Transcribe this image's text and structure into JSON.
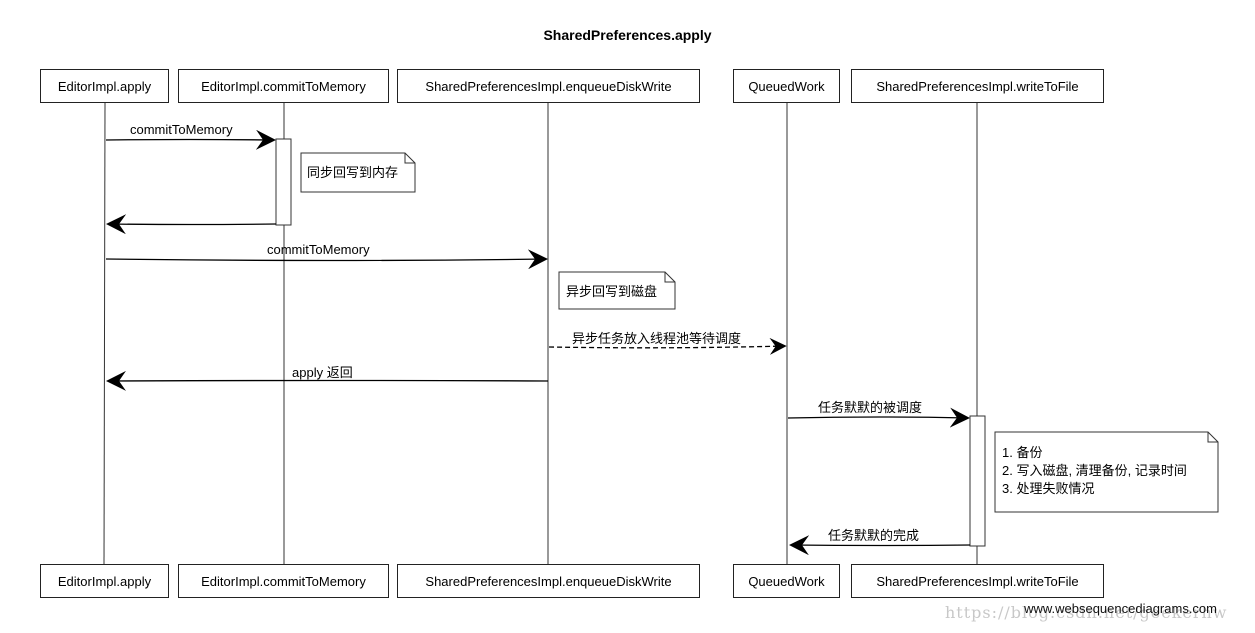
{
  "title": "SharedPreferences.apply",
  "participants": [
    "EditorImpl.apply",
    "EditorImpl.commitToMemory",
    "SharedPreferencesImpl.enqueueDiskWrite",
    "QueuedWork",
    "SharedPreferencesImpl.writeToFile"
  ],
  "messages": [
    {
      "label": "commitToMemory",
      "from": "EditorImpl.apply",
      "to": "EditorImpl.commitToMemory",
      "style": "solid"
    },
    {
      "label": "",
      "from": "EditorImpl.commitToMemory",
      "to": "EditorImpl.apply",
      "style": "solid"
    },
    {
      "label": "commitToMemory",
      "from": "EditorImpl.apply",
      "to": "SharedPreferencesImpl.enqueueDiskWrite",
      "style": "solid"
    },
    {
      "label": "异步任务放入线程池等待调度",
      "from": "SharedPreferencesImpl.enqueueDiskWrite",
      "to": "QueuedWork",
      "style": "dashed"
    },
    {
      "label": "apply 返回",
      "from": "SharedPreferencesImpl.enqueueDiskWrite",
      "to": "EditorImpl.apply",
      "style": "solid"
    },
    {
      "label": "任务默默的被调度",
      "from": "QueuedWork",
      "to": "SharedPreferencesImpl.writeToFile",
      "style": "solid"
    },
    {
      "label": "任务默默的完成",
      "from": "SharedPreferencesImpl.writeToFile",
      "to": "QueuedWork",
      "style": "solid"
    }
  ],
  "notes": [
    {
      "lines": [
        "同步回写到内存"
      ]
    },
    {
      "lines": [
        "异步回写到磁盘"
      ]
    },
    {
      "lines": [
        "1. 备份",
        "2. 写入磁盘, 清理备份, 记录时间",
        "3. 处理失败情况"
      ]
    }
  ],
  "credit": "www.websequencediagrams.com",
  "watermark": "https://blog.csdn.net/geekerhw"
}
